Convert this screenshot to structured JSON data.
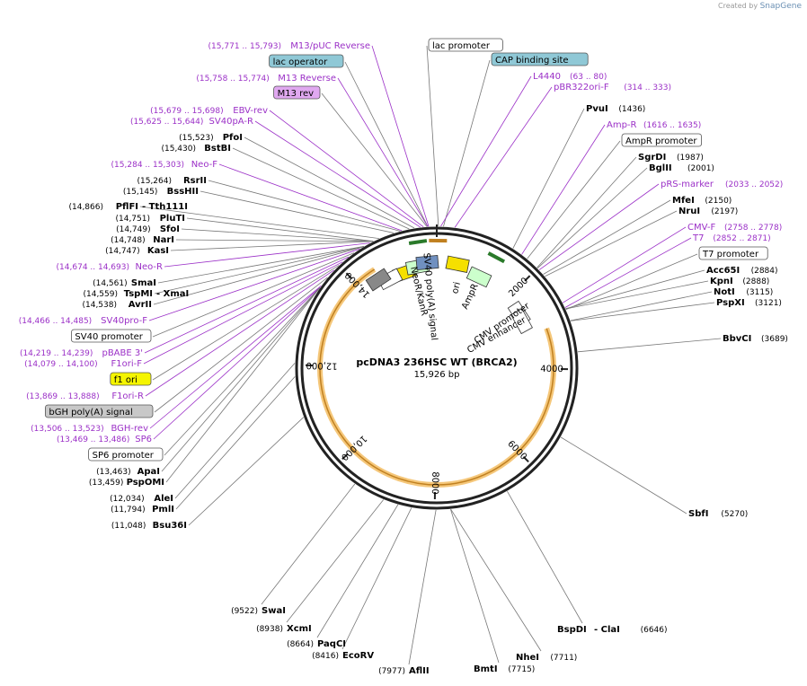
{
  "brand": {
    "prefix": "Created by",
    "name": "SnapGene"
  },
  "plasmid": {
    "name": "pcDNA3 236HSC WT (BRCA2)",
    "size_label": "15,926 bp",
    "length": 15926
  },
  "ticks": [
    "2000",
    "4000",
    "6000",
    "8000",
    "10,000",
    "12,000",
    "14,000"
  ],
  "colors": {
    "enzyme": "#000000",
    "primer": "#9b30c7",
    "feature_line": "#777777",
    "backbone": "#222222",
    "orange_arc": "#e8a020"
  },
  "labels_left": [
    {
      "range": "(15,771 .. 15,793)",
      "name": "M13/pUC Reverse",
      "kind": "primer"
    },
    {
      "name": "lac operator",
      "kind": "box",
      "fill": "#8fc8d6"
    },
    {
      "range": "(15,758 .. 15,774)",
      "name": "M13 Reverse",
      "kind": "primer"
    },
    {
      "name": "M13 rev",
      "kind": "box",
      "fill": "#e0a8f0"
    },
    {
      "range": "(15,679 .. 15,698)",
      "name": "EBV-rev",
      "kind": "primer"
    },
    {
      "range": "(15,625 .. 15,644)",
      "name": "SV40pA-R",
      "kind": "primer"
    },
    {
      "pos": "(15,523)",
      "name": "PfoI",
      "kind": "enzyme"
    },
    {
      "pos": "(15,430)",
      "name": "BstBI",
      "kind": "enzyme"
    },
    {
      "range": "(15,284 .. 15,303)",
      "name": "Neo-F",
      "kind": "primer"
    },
    {
      "pos": "(15,264)",
      "name": "RsrII",
      "kind": "enzyme"
    },
    {
      "pos": "(15,145)",
      "name": "BssHII",
      "kind": "enzyme"
    },
    {
      "pos": "(14,866)",
      "name": "PflFI",
      "extra": "- Tth111I",
      "kind": "enzyme"
    },
    {
      "pos": "(14,751)",
      "name": "PluTI",
      "kind": "enzyme"
    },
    {
      "pos": "(14,749)",
      "name": "SfoI",
      "kind": "enzyme"
    },
    {
      "pos": "(14,748)",
      "name": "NarI",
      "kind": "enzyme"
    },
    {
      "pos": "(14,747)",
      "name": "KasI",
      "kind": "enzyme"
    },
    {
      "range": "(14,674 .. 14,693)",
      "name": "Neo-R",
      "kind": "primer"
    },
    {
      "pos": "(14,561)",
      "name": "SmaI",
      "kind": "enzyme"
    },
    {
      "pos": "(14,559)",
      "name": "TspMI",
      "extra": "- XmaI",
      "kind": "enzyme"
    },
    {
      "pos": "(14,538)",
      "name": "AvrII",
      "kind": "enzyme"
    },
    {
      "range": "(14,466 .. 14,485)",
      "name": "SV40pro-F",
      "kind": "primer"
    },
    {
      "name": "SV40 promoter",
      "kind": "box",
      "fill": "#ffffff"
    },
    {
      "range": "(14,219 .. 14,239)",
      "name": "pBABE 3'",
      "kind": "primer"
    },
    {
      "range": "(14,079 .. 14,100)",
      "name": "F1ori-F",
      "kind": "primer"
    },
    {
      "name": "f1 ori",
      "kind": "box",
      "fill": "#f5f500"
    },
    {
      "range": "(13,869 .. 13,888)",
      "name": "F1ori-R",
      "kind": "primer"
    },
    {
      "name": "bGH poly(A) signal",
      "kind": "box",
      "fill": "#c8c8c8"
    },
    {
      "range": "(13,506 .. 13,523)",
      "name": "BGH-rev",
      "kind": "primer"
    },
    {
      "range": "(13,469 .. 13,486)",
      "name": "SP6",
      "kind": "primer"
    },
    {
      "name": "SP6 promoter",
      "kind": "box",
      "fill": "#ffffff"
    },
    {
      "pos": "(13,463)",
      "name": "ApaI",
      "kind": "enzyme"
    },
    {
      "pos": "(13,459)",
      "name": "PspOMI",
      "kind": "enzyme"
    },
    {
      "pos": "(12,034)",
      "name": "AleI",
      "kind": "enzyme"
    },
    {
      "pos": "(11,794)",
      "name": "PmlI",
      "kind": "enzyme"
    },
    {
      "pos": "(11,048)",
      "name": "Bsu36I",
      "kind": "enzyme"
    }
  ],
  "labels_right": [
    {
      "name": "lac promoter",
      "kind": "box",
      "fill": "#ffffff"
    },
    {
      "name": "CAP binding site",
      "kind": "box",
      "fill": "#8fc8d6"
    },
    {
      "name": "L4440",
      "range": "(63 .. 80)",
      "kind": "primer"
    },
    {
      "name": "pBR322ori-F",
      "range": "(314 .. 333)",
      "kind": "primer"
    },
    {
      "name": "PvuI",
      "pos": "(1436)",
      "kind": "enzyme"
    },
    {
      "name": "Amp-R",
      "range": "(1616 .. 1635)",
      "kind": "primer"
    },
    {
      "name": "AmpR promoter",
      "kind": "box",
      "fill": "#ffffff"
    },
    {
      "name": "SgrDI",
      "pos": "(1987)",
      "kind": "enzyme"
    },
    {
      "name": "BglII",
      "pos": "(2001)",
      "kind": "enzyme"
    },
    {
      "name": "pRS-marker",
      "range": "(2033 .. 2052)",
      "kind": "primer"
    },
    {
      "name": "MfeI",
      "pos": "(2150)",
      "kind": "enzyme"
    },
    {
      "name": "NruI",
      "pos": "(2197)",
      "kind": "enzyme"
    },
    {
      "name": "CMV-F",
      "range": "(2758 .. 2778)",
      "kind": "primer"
    },
    {
      "name": "T7",
      "range": "(2852 .. 2871)",
      "kind": "primer"
    },
    {
      "name": "T7 promoter",
      "kind": "box",
      "fill": "#ffffff"
    },
    {
      "name": "Acc65I",
      "pos": "(2884)",
      "kind": "enzyme"
    },
    {
      "name": "KpnI",
      "pos": "(2888)",
      "kind": "enzyme"
    },
    {
      "name": "NotI",
      "pos": "(3115)",
      "kind": "enzyme"
    },
    {
      "name": "PspXI",
      "pos": "(3121)",
      "kind": "enzyme"
    },
    {
      "name": "BbvCI",
      "pos": "(3689)",
      "kind": "enzyme"
    },
    {
      "name": "SbfI",
      "pos": "(5270)",
      "kind": "enzyme"
    }
  ],
  "labels_bottom": [
    {
      "pos": "(9522)",
      "name": "SwaI",
      "kind": "enzyme"
    },
    {
      "pos": "(8938)",
      "name": "XcmI",
      "kind": "enzyme"
    },
    {
      "pos": "(8664)",
      "name": "PaqCI",
      "kind": "enzyme"
    },
    {
      "pos": "(8416)",
      "name": "EcoRV",
      "kind": "enzyme"
    },
    {
      "pos": "(7977)",
      "name": "AflII",
      "kind": "enzyme"
    },
    {
      "name": "BmtI",
      "pos": "(7715)",
      "kind": "enzyme"
    },
    {
      "name": "NheI",
      "pos": "(7711)",
      "kind": "enzyme"
    },
    {
      "name": "BspDI",
      "extra": "- ClaI",
      "pos": "(6646)",
      "kind": "enzyme"
    }
  ],
  "inner_features": [
    "NeoR/KanR",
    "SV40 poly(A) signal",
    "ori",
    "AmpR",
    "CMV promoter",
    "CMV enhancer"
  ]
}
